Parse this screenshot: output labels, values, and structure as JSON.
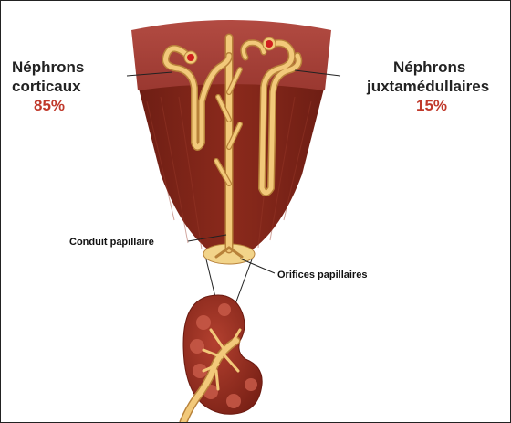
{
  "labels": {
    "cortical_title_line1": "Néphrons",
    "cortical_title_line2": "corticaux",
    "cortical_pct": "85%",
    "juxta_title_line1": "Néphrons",
    "juxta_title_line2": "juxtamédullaires",
    "juxta_pct": "15%",
    "papillary_duct": "Conduit papillaire",
    "papillary_orifices": "Orifices papillaires"
  },
  "colors": {
    "percent": "#c0392b",
    "cortex": "#a8423a",
    "medulla": "#7f2418",
    "tubule": "#f2c97a",
    "tubule_outline": "#b8823a",
    "glomerulus": "#d01f1f"
  }
}
